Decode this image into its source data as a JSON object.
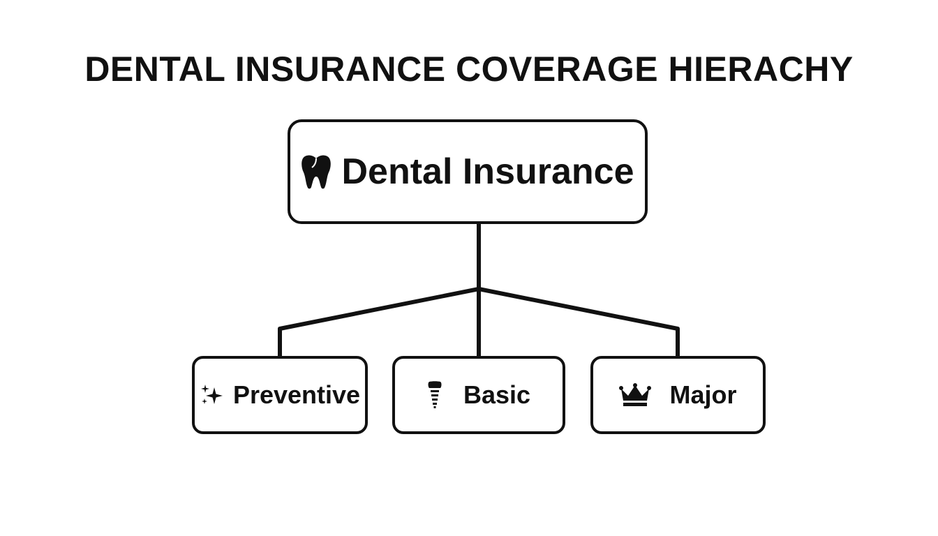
{
  "title": "DENTAL INSURANCE COVERAGE HIERACHY",
  "root": {
    "label": "Dental Insurance",
    "icon": "tooth-icon"
  },
  "children": [
    {
      "label": "Preventive",
      "icon": "sparkles-icon"
    },
    {
      "label": "Basic",
      "icon": "dental-implant-icon"
    },
    {
      "label": "Major",
      "icon": "crown-icon"
    }
  ],
  "colors": {
    "line": "#111111",
    "background": "#ffffff"
  }
}
